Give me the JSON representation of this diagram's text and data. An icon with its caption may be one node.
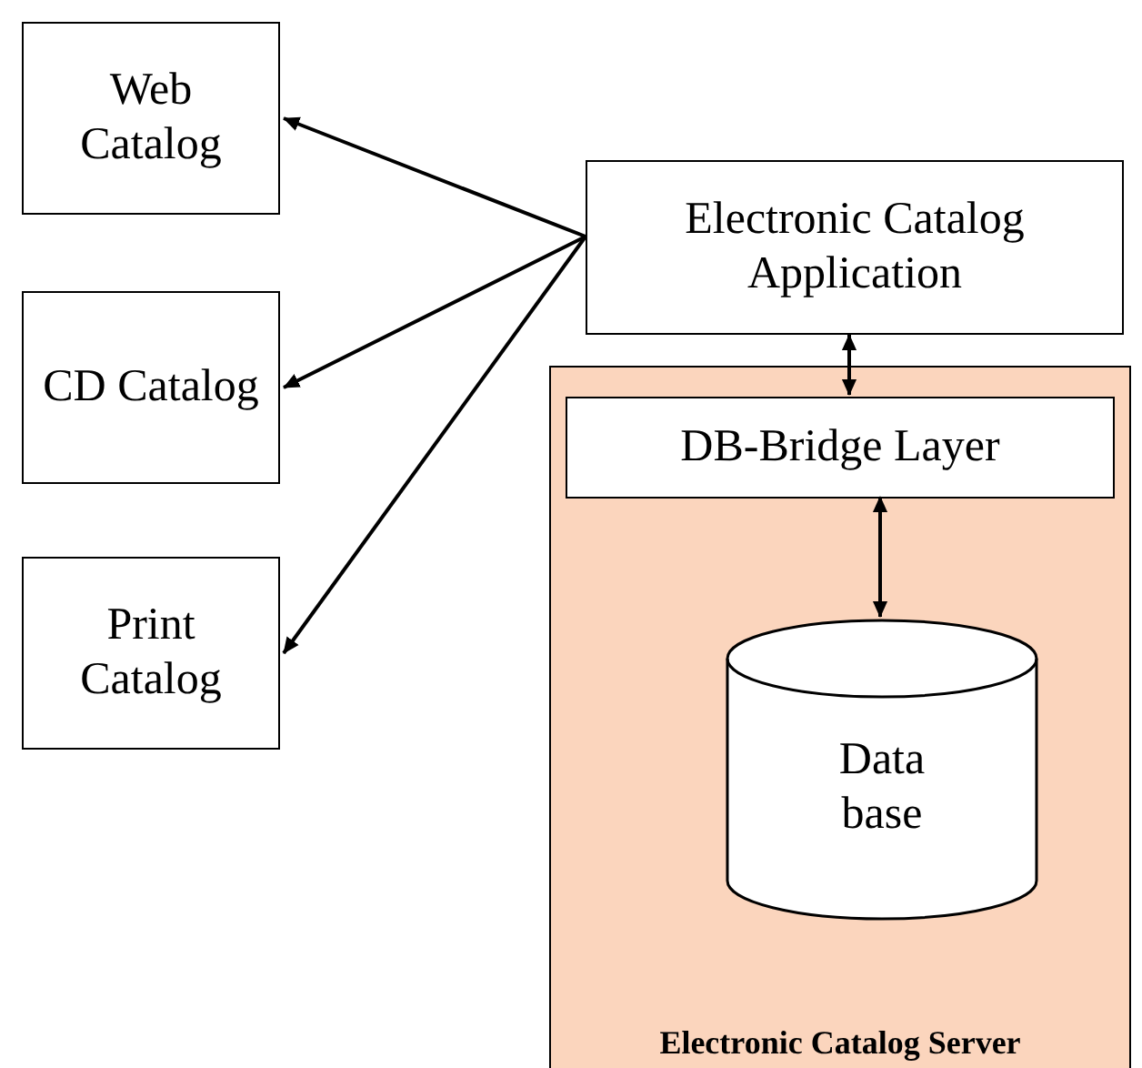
{
  "diagram": {
    "nodes": [
      {
        "text": [
          "Web Catalog"
        ]
      },
      {
        "text": [
          "CD Catalog"
        ]
      },
      {
        "text": [
          "Print Catalog"
        ]
      },
      {
        "text": [
          "Electronic Catalog Application"
        ]
      },
      {
        "text": [
          "Electronic Catalog Server"
        ]
      },
      {
        "text": [
          "DB-Bridge Layer"
        ],
        "in": 4
      },
      {
        "text": [
          "Data base"
        ],
        "in": 4
      }
    ],
    "edges": [
      {
        "from": 3,
        "to": 0,
        "arrow": "to"
      },
      {
        "from": 3,
        "to": 1,
        "arrow": "to"
      },
      {
        "from": 3,
        "to": 2,
        "arrow": "to"
      },
      {
        "from": 3,
        "to": 5,
        "arrow": "both"
      },
      {
        "from": 5,
        "to": 6,
        "arrow": "both"
      }
    ]
  }
}
